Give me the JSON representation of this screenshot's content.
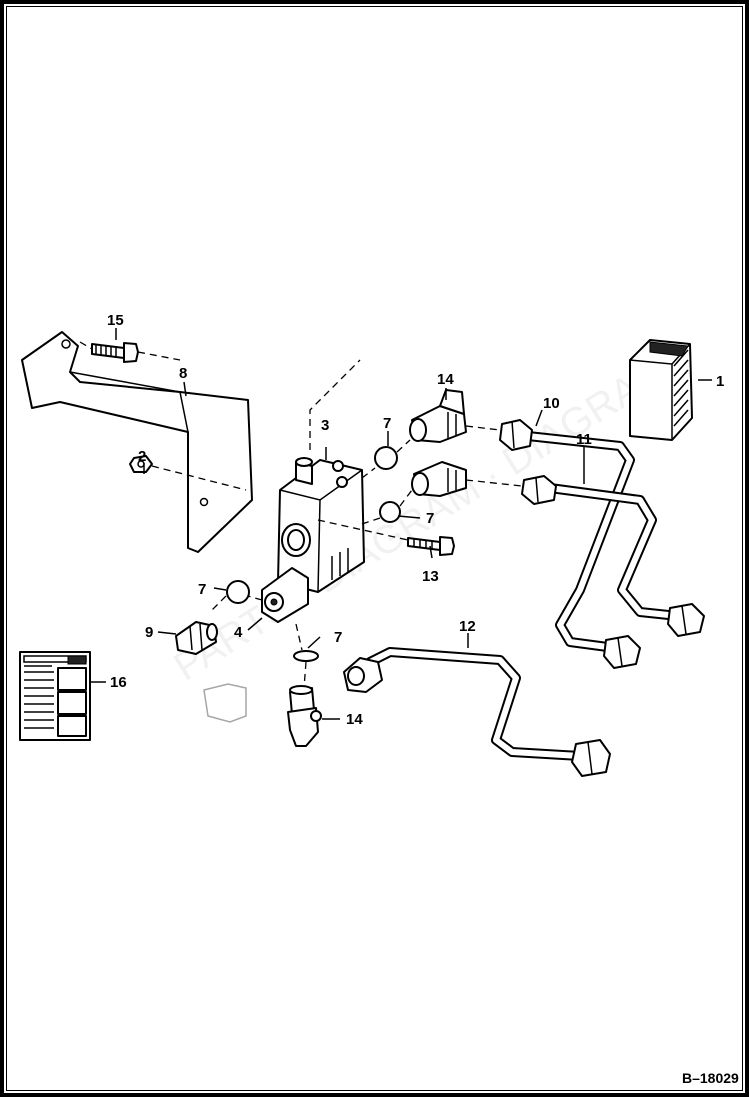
{
  "figure_number": "B–18029",
  "callouts": [
    {
      "id": "c1",
      "label": "1"
    },
    {
      "id": "c2",
      "label": "2"
    },
    {
      "id": "c3",
      "label": "3"
    },
    {
      "id": "c4",
      "label": "4"
    },
    {
      "id": "c7a",
      "label": "7"
    },
    {
      "id": "c7b",
      "label": "7"
    },
    {
      "id": "c7c",
      "label": "7"
    },
    {
      "id": "c7d",
      "label": "7"
    },
    {
      "id": "c8",
      "label": "8"
    },
    {
      "id": "c9",
      "label": "9"
    },
    {
      "id": "c10",
      "label": "10"
    },
    {
      "id": "c11",
      "label": "11"
    },
    {
      "id": "c12",
      "label": "12"
    },
    {
      "id": "c13",
      "label": "13"
    },
    {
      "id": "c14a",
      "label": "14"
    },
    {
      "id": "c14b",
      "label": "14"
    },
    {
      "id": "c15",
      "label": "15"
    },
    {
      "id": "c16",
      "label": "16"
    }
  ]
}
